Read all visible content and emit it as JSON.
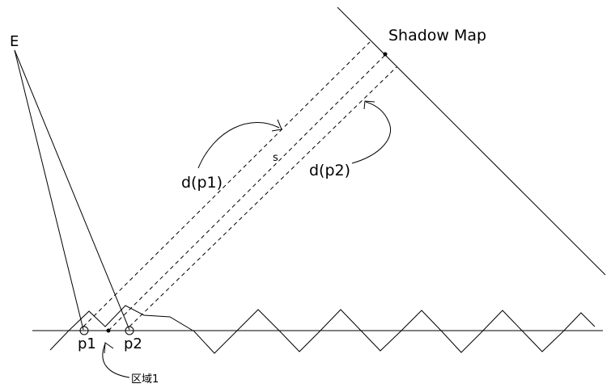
{
  "labels": {
    "eye": "E",
    "shadow_map": "Shadow Map",
    "d_p1": "d(p1)",
    "d_p2": "d(p2)",
    "s": "s",
    "p1": "p1",
    "p2": "p2",
    "region": "区域1"
  },
  "colors": {
    "stroke": "#000000",
    "background": "#ffffff"
  }
}
